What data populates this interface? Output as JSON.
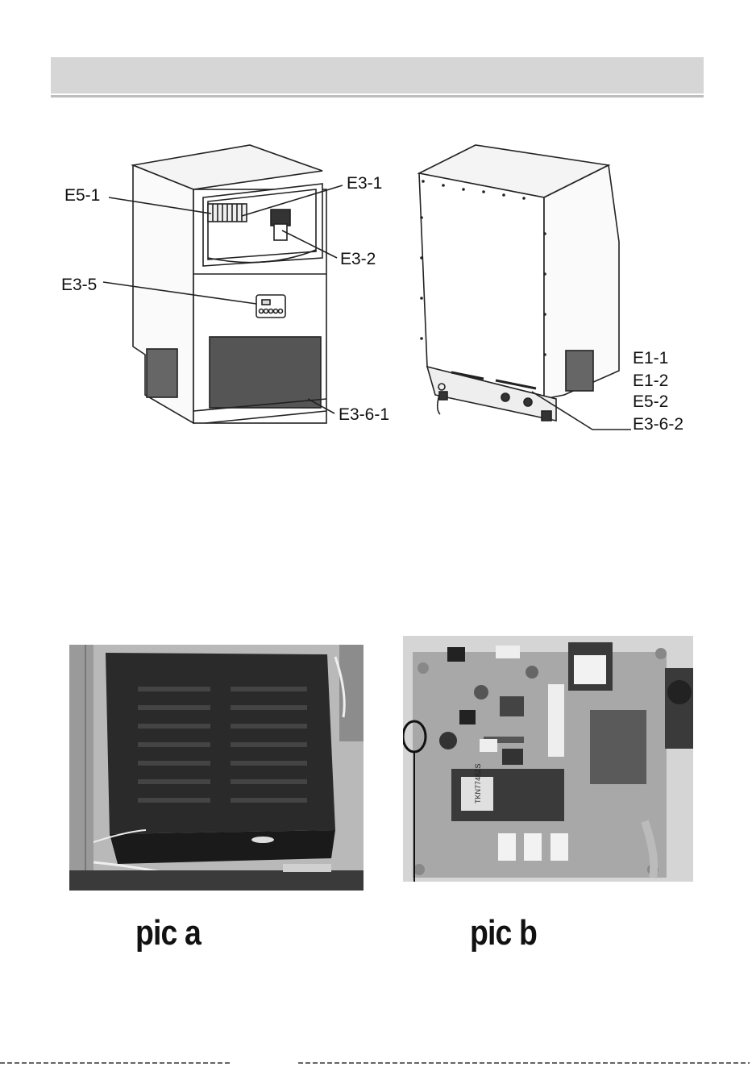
{
  "header": {
    "title": ""
  },
  "diagram": {
    "callouts_front": [
      "E5-1",
      "E3-1",
      "E3-2",
      "E3-5",
      "E3-6-1"
    ],
    "callouts_back": [
      "E1-1",
      "E1-2",
      "E5-2",
      "E3-6-2"
    ]
  },
  "photos": {
    "pic_a_caption": "pic a",
    "pic_b_caption": "pic b",
    "board_marking": "TKN7748ZS"
  },
  "colors": {
    "header_bar": "#d6d6d6",
    "line_art": "#222222",
    "photo_dark": "#2a2a2a"
  }
}
